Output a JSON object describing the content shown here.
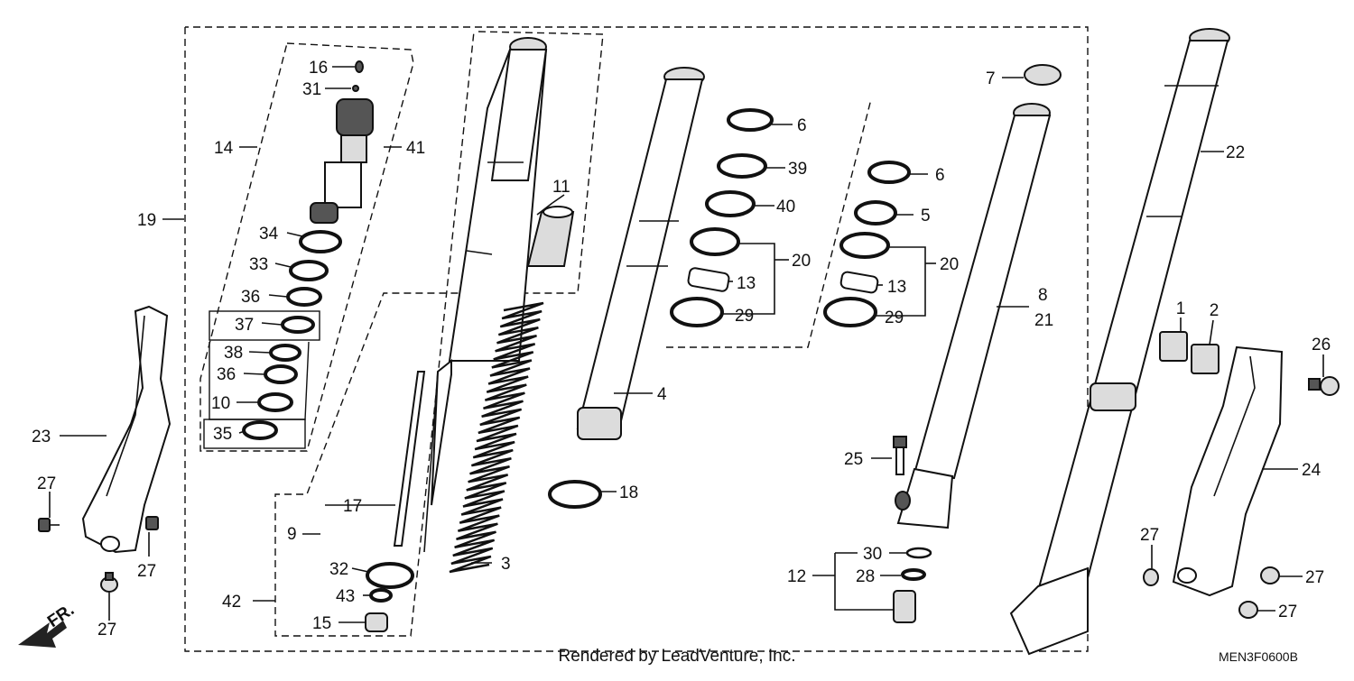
{
  "diagram": {
    "part_numbers": [
      "1",
      "2",
      "3",
      "4",
      "5",
      "6",
      "6",
      "7",
      "8",
      "21",
      "9",
      "10",
      "11",
      "12",
      "13",
      "13",
      "14",
      "15",
      "16",
      "17",
      "18",
      "19",
      "20",
      "20",
      "22",
      "23",
      "24",
      "25",
      "26",
      "27",
      "27",
      "27",
      "27",
      "27",
      "27",
      "28",
      "29",
      "29",
      "30",
      "31",
      "32",
      "33",
      "34",
      "35",
      "36",
      "36",
      "37",
      "38",
      "39",
      "40",
      "41",
      "42",
      "43"
    ],
    "footer_credit": "Rendered by LeadVenture, Inc.",
    "diagram_code": "MEN3F0600B",
    "direction_label": "FR."
  }
}
